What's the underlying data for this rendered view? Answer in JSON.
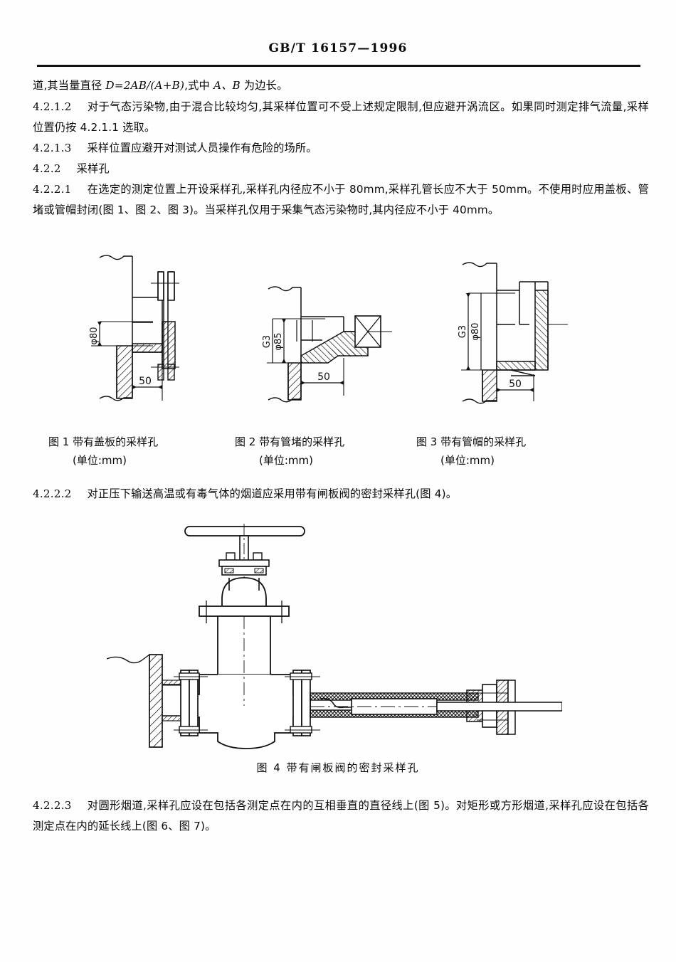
{
  "document": {
    "standard_header": "GB/T 16157—1996"
  },
  "body": {
    "para_0": "道,其当量直径 D=2AB/(A+B),式中 A、B 为边长。",
    "para_0_parts": {
      "lead": "道,其当量直径 ",
      "formula": "D=2AB/(A+B)",
      "tail": ",式中 ",
      "vars": "A、B",
      "end": " 为边长。"
    },
    "clause_4212": {
      "number": "4.2.1.2",
      "text": "对于气态污染物,由于混合比较均匀,其采样位置可不受上述规定限制,但应避开涡流区。如果同时测定排气流量,采样位置仍按 4.2.1.1 选取。"
    },
    "clause_4213": {
      "number": "4.2.1.3",
      "text": "采样位置应避开对测试人员操作有危险的场所。"
    },
    "clause_422": {
      "number": "4.2.2",
      "title": "采样孔"
    },
    "clause_4221": {
      "number": "4.2.2.1",
      "text": "在选定的测定位置上开设采样孔,采样孔内径应不小于 80mm,采样孔管长应不大于 50mm。不使用时应用盖板、管堵或管帽封闭(图 1、图 2、图 3)。当采样孔仅用于采集气态污染物时,其内径应不小于 40mm。"
    },
    "clause_4222": {
      "number": "4.2.2.2",
      "text": "对正压下输送高温或有毒气体的烟道应采用带有闸板阀的密封采样孔(图 4)。"
    },
    "clause_4223": {
      "number": "4.2.2.3",
      "text": "对圆形烟道,采样孔应设在包括各测定点在内的互相垂直的直径线上(图 5)。对矩形或方形烟道,采样孔应设在包括各测定点在内的延长线上(图 6、图 7)。"
    }
  },
  "figures": [
    {
      "id": "figure-1",
      "caption_line1": "图 1   带有盖板的采样孔",
      "caption_line2": "(单位:mm)",
      "labels": {
        "diameter": "φ80",
        "length": "50"
      }
    },
    {
      "id": "figure-2",
      "caption_line1": "图 2   带有管堵的采样孔",
      "caption_line2": "(单位:mm)",
      "labels": {
        "thread": "G3",
        "diameter": "φ85",
        "length": "50"
      }
    },
    {
      "id": "figure-3",
      "caption_line1": "图 3   带有管帽的采样孔",
      "caption_line2": "(单位:mm)",
      "labels": {
        "thread": "G3",
        "diameter": "φ80",
        "length": "50"
      }
    }
  ],
  "figure4": {
    "id": "figure-4",
    "caption": "图 4   带有闸板阀的密封采样孔"
  },
  "colors": {
    "ink": "#0a0a0a",
    "paper": "#fefefe"
  }
}
